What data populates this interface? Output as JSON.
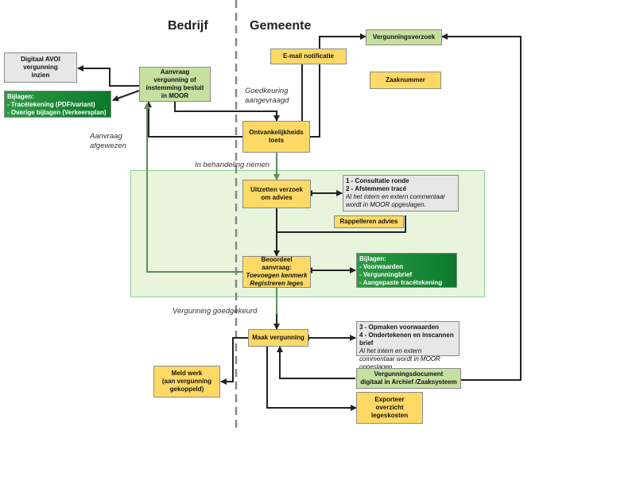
{
  "lanes": {
    "left": "Bedrijf",
    "right": "Gemeente"
  },
  "boxes": {
    "digitaal_avoi": [
      "Digitaal AVOI",
      "vergunning",
      "inzien"
    ],
    "aanvraag": [
      "Aanvraag",
      "vergunning of",
      "instemming besluit",
      "in MOOR"
    ],
    "bijlagen1": {
      "title": "Bijlagen:",
      "items": [
        "- Tracétekening (PDF/variant)",
        "- Overige bijlagen (Verkeersplan)"
      ]
    },
    "email": "E-mail notificatie",
    "vergunningsverzoek": "Vergunningsverzoek",
    "zaaknummer": "Zaaknummer",
    "ontvankelijkheid": [
      "Ontvankelijkheids",
      "toets"
    ],
    "uitzetten": [
      "Uitzetten verzoek",
      "om advies"
    ],
    "consultatie": {
      "line1": "1 - Consultatie ronde",
      "line2": "2 - Afstemmen tracé",
      "note": "Al het intern en extern commentaar wordt in MOOR opgeslagen."
    },
    "rappelleren": "Rappelleren advies",
    "beoordeel": {
      "title": "Beoordeel aanvraag:",
      "sub1": "Toevoegen kenmerk",
      "sub2": "Registreren leges"
    },
    "bijlagen2": {
      "title": "Bijlagen:",
      "items": [
        "- Voorwaarden",
        "- Vergunningbrief",
        "- Aangepaste tracétekening"
      ]
    },
    "maak": "Maak vergunning",
    "opmaken": {
      "line1": "3 - Opmaken voorwaarden",
      "line2": "4 - Ondertekenen en inscannen brief",
      "note": "Al het intern en extern commentaar wordt in MOOR opgeslagen."
    },
    "meld": [
      "Meld werk",
      "(aan vergunning",
      "gekoppeld)"
    ],
    "vergunningsdocument": [
      "Vergunningsdocument",
      "digitaal in Archief /Zaaksysteem"
    ],
    "exporteer": [
      "Exporteer",
      "overzicht",
      "legeskosten"
    ]
  },
  "labels": {
    "goedkeuring": [
      "Goedkeuring",
      "aangevraagd"
    ],
    "afgewezen": [
      "Aanvraag",
      "afgewezen"
    ],
    "in_behandeling": "In behandeling nemen",
    "goedgekeurd": "Vergunning goedgekeurd"
  },
  "colors": {
    "yellow": "#ffd966",
    "light_green": "#c6e0a0",
    "dark_green": "#0b7a2c",
    "grey": "#e7e7e7",
    "zone": "#e8f5dc"
  }
}
